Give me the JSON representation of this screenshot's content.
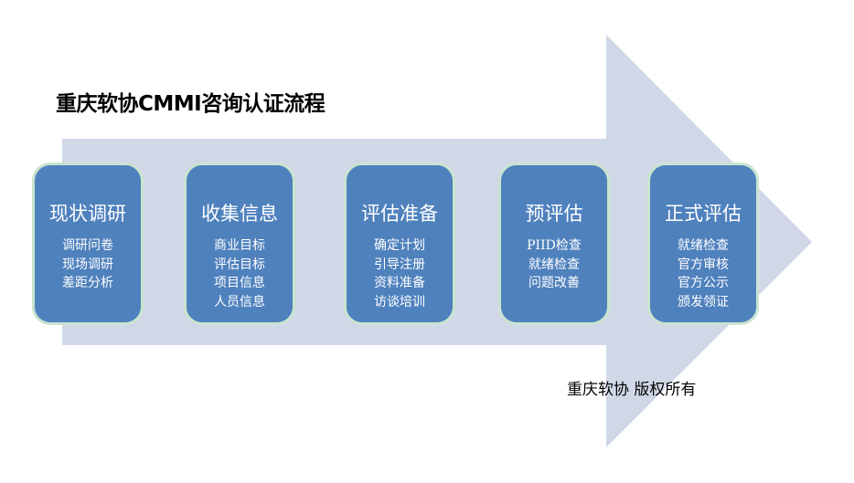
{
  "title": "重庆软协CMMI咨询认证流程",
  "copyright": "重庆软协 版权所有",
  "colors": {
    "arrow": "#d0d8e8",
    "box": "#4f81bd",
    "box_border": "#c9e4cf"
  },
  "steps": [
    {
      "title": "现状调研",
      "items": [
        "调研问卷",
        "现场调研",
        "差距分析"
      ]
    },
    {
      "title": "收集信息",
      "items": [
        "商业目标",
        "评估目标",
        "项目信息",
        "人员信息"
      ]
    },
    {
      "title": "评估准备",
      "items": [
        "确定计划",
        "引导注册",
        "资料准备",
        "访谈培训"
      ]
    },
    {
      "title": "预评估",
      "items": [
        "PIID检查",
        "就绪检查",
        "问题改善"
      ]
    },
    {
      "title": "正式评估",
      "items": [
        "就绪检查",
        "官方审核",
        "官方公示",
        "颁发领证"
      ]
    }
  ]
}
